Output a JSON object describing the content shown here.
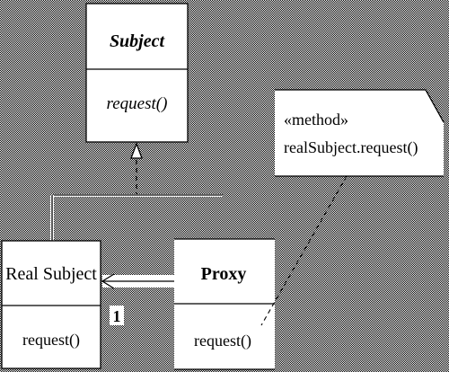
{
  "subject": {
    "name": "Subject",
    "operation": "request()"
  },
  "real_subject": {
    "name": "Real Subject",
    "operation": "request()"
  },
  "proxy": {
    "name": "Proxy",
    "operation": "request()"
  },
  "association": {
    "multiplicity": "1"
  },
  "note": {
    "stereotype": "«method»",
    "code": "realSubject.request()"
  }
}
